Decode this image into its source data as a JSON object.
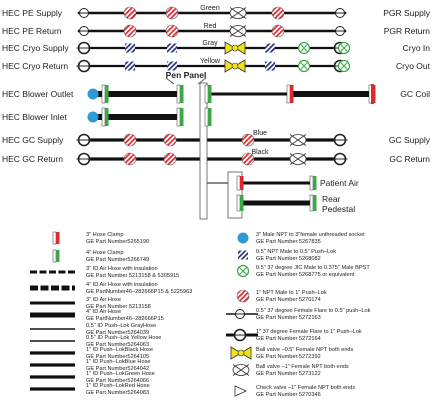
{
  "title": "Pen Panel",
  "lines": [
    {
      "left": "HEC PE Supply",
      "right": "PGR Supply",
      "wire": "Green"
    },
    {
      "left": "HEC PE Return",
      "right": "PGR Return",
      "wire": "Red"
    },
    {
      "left": "HEC Cryo Supply",
      "right": "Cryo In",
      "wire": "Gray"
    },
    {
      "left": "HEC Cryo Return",
      "right": "Cryo Out",
      "wire": "Yellow"
    },
    {
      "left": "HEC Blower Outlet",
      "right": "GC Coil"
    },
    {
      "left": "HEC Blower Inlet",
      "right": ""
    },
    {
      "left": "HEC GC Supply",
      "right": "GC Supply",
      "wire": "Blue"
    },
    {
      "left": "HEC GC Return",
      "right": "GC  Return",
      "wire": "Black"
    }
  ],
  "patient_air": "Patient Air",
  "rear_pedestal": [
    "Rear",
    "Pedestal"
  ],
  "legend_left": [
    [
      "3\" Hose Clamp",
      "GE Part Number5265190"
    ],
    [
      "4\" Hose Clamp",
      "GE Part Number5266749"
    ],
    [
      "3\" ID Air Hose with insulation",
      "GE Part Number 5213158 & 5305915"
    ],
    [
      "4\" ID Air Hose with insulation",
      "GE PartNumber46–282666P15 & 5225963"
    ],
    [
      "3\" ID Air Hose",
      "GE Part Number 5213158"
    ],
    [
      "4\" ID Air Hose",
      "GE PartNumber46–282666P15"
    ],
    [
      "0.5\" ID Push–Lok GrayHose",
      "GE Part Number5264039"
    ],
    [
      "0.5\" ID Push–Lok Yellow Hose",
      "GE Part Number5264063"
    ],
    [
      "1\" ID Push–LokBlack Hose",
      "GE Part Number5264105"
    ],
    [
      "1\" ID Push–LokBlue Hose",
      "GE Part Number5264042"
    ],
    [
      "1\" ID Push–LokGreen Hose",
      "GE Part Number5264066"
    ],
    [
      "1\" ID Push–LokRed Hose",
      "GE Part Number5264083"
    ]
  ],
  "legend_right": [
    [
      "3\" Male NPT to 3\"female unthreaded socket",
      "GE Part Number 5267835"
    ],
    [
      "0.5\" NPT Male to 0.5\" Push–Lok",
      "GE Part Number 5268082"
    ],
    [
      "0.5\" 37 degree JIC Male to 0.375\" Male BPST",
      "GE Part Number 5268775 or equivalent"
    ],
    [
      "1\" NPT Male to 1\" Push–Lok",
      "GE Part Number 5270174"
    ],
    [
      "0.5\" 37 degree Female Flare to 0.5\" push–Lok",
      "GE Part Number 5272163"
    ],
    [
      "1\" 37 degree Female Flare to 1\" Push–Lok",
      "GE Part Number 5272164"
    ],
    [
      "Ball valve –0.5\" Female NPT both ends",
      "GE Part Number 5272392"
    ],
    [
      "Ball valve –1\" Female NPT both ends",
      "GE Part Number 5273122"
    ],
    [
      "Check valve –1\" Female NPT both ends",
      "GE Part Number 5270346"
    ]
  ],
  "colors": {
    "green": "#3aa845",
    "red": "#e0282e",
    "blue": "#2e9bd6",
    "yellow": "#f2e21b",
    "navy": "#26307a",
    "line": "#111111"
  }
}
